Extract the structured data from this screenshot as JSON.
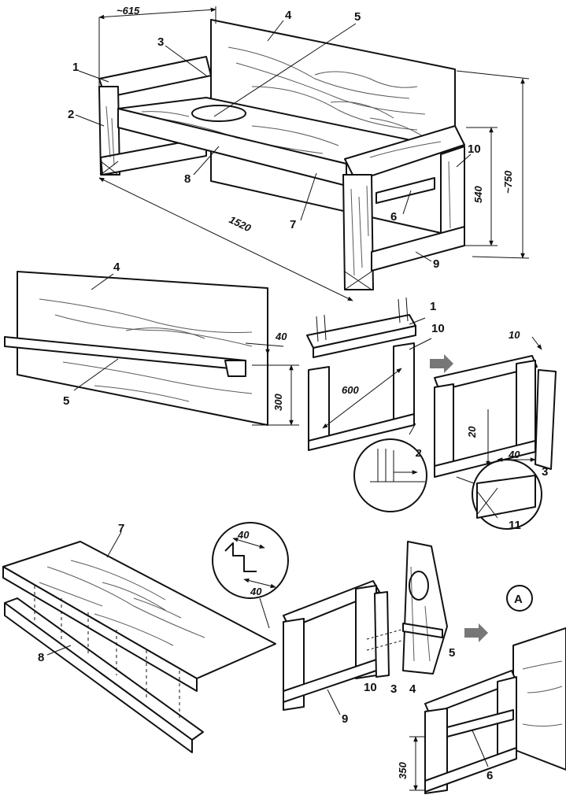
{
  "dimensions": {
    "depth": "~615",
    "length": "1520",
    "seat_height": "540",
    "total_height": "~750",
    "shelf_offset": "40",
    "shelf_height": "300",
    "frame_width": "600",
    "gap_2": "2",
    "slot_10": "10",
    "slot_20": "20",
    "slot_40": "40",
    "tenon_a": "40",
    "tenon_b": "40",
    "assembly_height": "350"
  },
  "part_labels": {
    "p1": "1",
    "p2": "2",
    "p3": "3",
    "p4": "4",
    "p5": "5",
    "p6": "6",
    "p7": "7",
    "p8": "8",
    "p9": "9",
    "p10": "10",
    "p11": "11"
  },
  "view_marker": "A"
}
